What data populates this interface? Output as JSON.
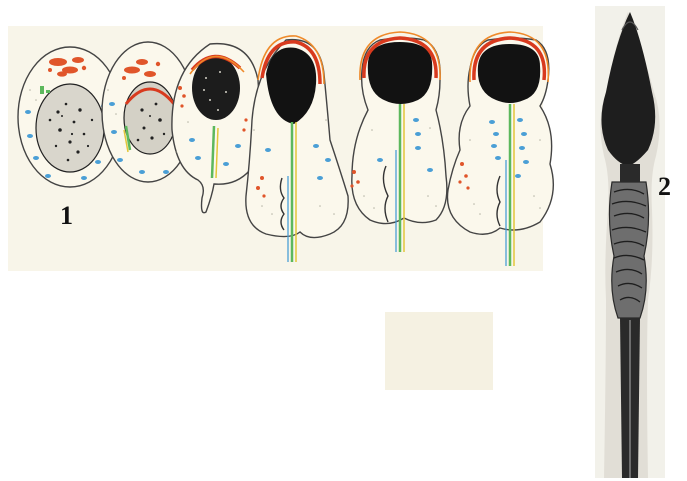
{
  "labels": {
    "panel_1": "1",
    "panel_2": "2"
  },
  "palette": {
    "paper": "#f7f3e4",
    "outline": "#3a3a3a",
    "nucleus": "#151515",
    "acrosome_red": "#d83a1e",
    "acrosome_orange": "#ef8a2a",
    "golgi_orange": "#e8662c",
    "mitochondria_blue": "#4a9fd6",
    "flagellum_green": "#5cb85c",
    "flagellum_yellow": "#e2c63a",
    "micrograph_dark": "#222222",
    "micrograph_mid": "#8a8a8a"
  },
  "icons": {
    "panel_1": "spermiogenesis-stages-drawing",
    "panel_2": "spermatozoon-micrograph"
  }
}
